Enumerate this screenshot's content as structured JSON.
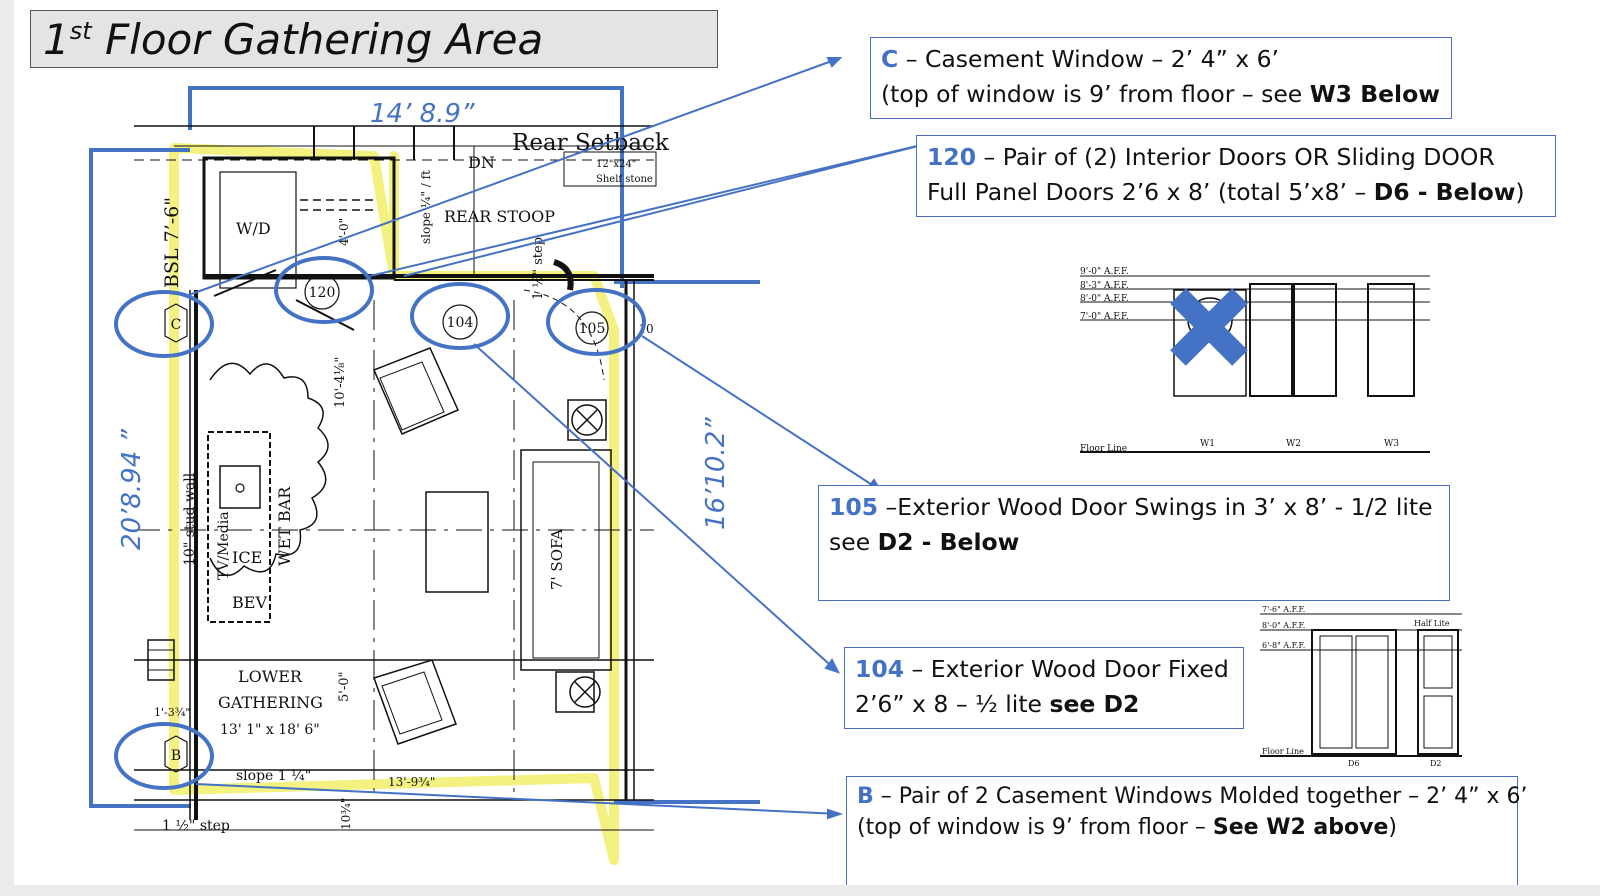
{
  "title": {
    "ordinal": "1",
    "sup": "st",
    "text": " Floor Gathering Area"
  },
  "callouts": {
    "c": {
      "code": "C",
      "l1": " – Casement Window – 2’ 4” x 6’",
      "l2a": "(top of window is 9’ from floor – see ",
      "l2b": "W3 Below"
    },
    "d120": {
      "code": "120",
      "l1": " – Pair of (2) Interior Doors OR Sliding DOOR",
      "l2a": "Full Panel Doors 2’6 x 8’ (total 5’x8’ – ",
      "l2b": "D6 - Below",
      "l2c": ")"
    },
    "d105": {
      "code": "105",
      "l1": " –Exterior Wood Door Swings in 3’ x 8’ - 1/2 lite",
      "l2a": "see ",
      "l2b": "D2 - Below"
    },
    "d104": {
      "code": "104",
      "l1": " – Exterior Wood Door Fixed",
      "l2a": "2’6” x 8 – ½ lite ",
      "l2b": "see D2"
    },
    "b": {
      "code": "B",
      "l1": " – Pair of 2 Casement Windows Molded together – 2’ 4” x 6’",
      "l2a": "(top of window is 9’ from floor – ",
      "l2b": "See W2 above",
      "l2c": ")"
    }
  },
  "dimensions": {
    "top": "14’ 8.9”",
    "left": "20’8.94 ”",
    "right": "16’10.2”"
  },
  "plan": {
    "rear_setback": "Rear Setback",
    "shelf": "12\"x24\"",
    "shelf2": "Shelf stone",
    "dn": "DN",
    "rear_stoop": "REAR STOOP",
    "slope_top": "slope ¼\" / ft",
    "step_top": "1 ½\" step",
    "bsl": "BSL 7’-6\"",
    "wd": "W/D",
    "dim_40": "4'-0\"",
    "dim_104": "10'-4⅛\"",
    "dim_50": "5'-0\"",
    "stud_wall": "10\" stud wall",
    "tv_media": "TV/Media",
    "wet_bar": "WET BAR",
    "ice": "ICE",
    "bev": "BEV",
    "sofa": "7' SOFA",
    "lower1": "LOWER",
    "lower2": "GATHERING",
    "room_dim": "13' 1\" x 18' 6\"",
    "dim_134": "1'-3¾\"",
    "slope_bottom": "slope 1 ¼\"",
    "dim_139": "13'-9¾\"",
    "step_bottom": "1 ½\" step",
    "dim_1034": "10¾\"",
    "tag_c": "C",
    "tag_b": "B",
    "tag_120": "120",
    "tag_104": "104",
    "tag_105": "105",
    "tag_10": "10"
  },
  "window_elev": {
    "levels": [
      "9'-0\" A.F.F.",
      "8'-3\" A.F.F.",
      "8'-0\" A.F.F.",
      "7'-0\" A.F.F."
    ],
    "floor_line": "Floor Line",
    "labels": [
      "W1",
      "W2",
      "W3"
    ]
  },
  "door_elev": {
    "levels": [
      "7'-6\" A.F.F.",
      "8'-0\" A.F.F.",
      "6'-8\" A.F.F."
    ],
    "half_lite": "Half Lite",
    "floor_line": "Floor Line",
    "labels": [
      "D6",
      "D2"
    ]
  },
  "colors": {
    "accent": "#4472c4",
    "highlight": "#f2f06a"
  }
}
